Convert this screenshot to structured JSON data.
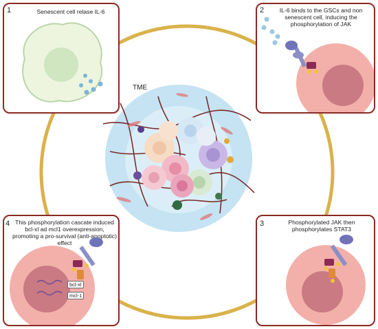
{
  "center": {
    "label": "TME"
  },
  "panels": [
    {
      "number": "1",
      "text": "Senescent cell relase IL-6"
    },
    {
      "number": "2",
      "text": "IL-6 binds to the GSCs and non senescent cell, inducing the phosphorylation of JAK"
    },
    {
      "number": "3",
      "text": "Phosphorylated JAK then phosphorylates STAT3"
    },
    {
      "number": "4",
      "text": "This phosphorylation cascate induced bcl-xl ad mcl1 overexpression, promoting a pro-survival (anti-apoptotic) effect"
    }
  ],
  "genes": [
    "bcl-xl",
    "mcl-1"
  ],
  "colors": {
    "border": "#8a2a22",
    "ring": "#d9b24a",
    "tme": "#c5e3f2",
    "cell": "#f3b0aa",
    "nucleus": "#c97a82"
  }
}
